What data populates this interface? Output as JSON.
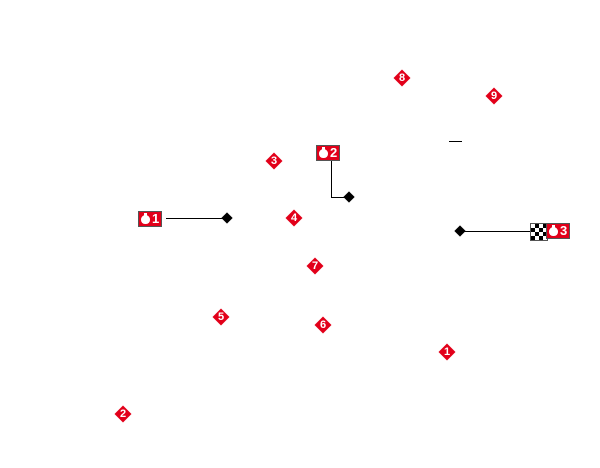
{
  "waypoints": [
    "1",
    "2",
    "3",
    "4",
    "5",
    "6",
    "7",
    "8",
    "9"
  ],
  "stages": [
    {
      "label": "1"
    },
    {
      "label": "2"
    },
    {
      "label": "3",
      "finish": true
    }
  ],
  "colors": {
    "marker": "#e2001a",
    "line": "#000000"
  }
}
